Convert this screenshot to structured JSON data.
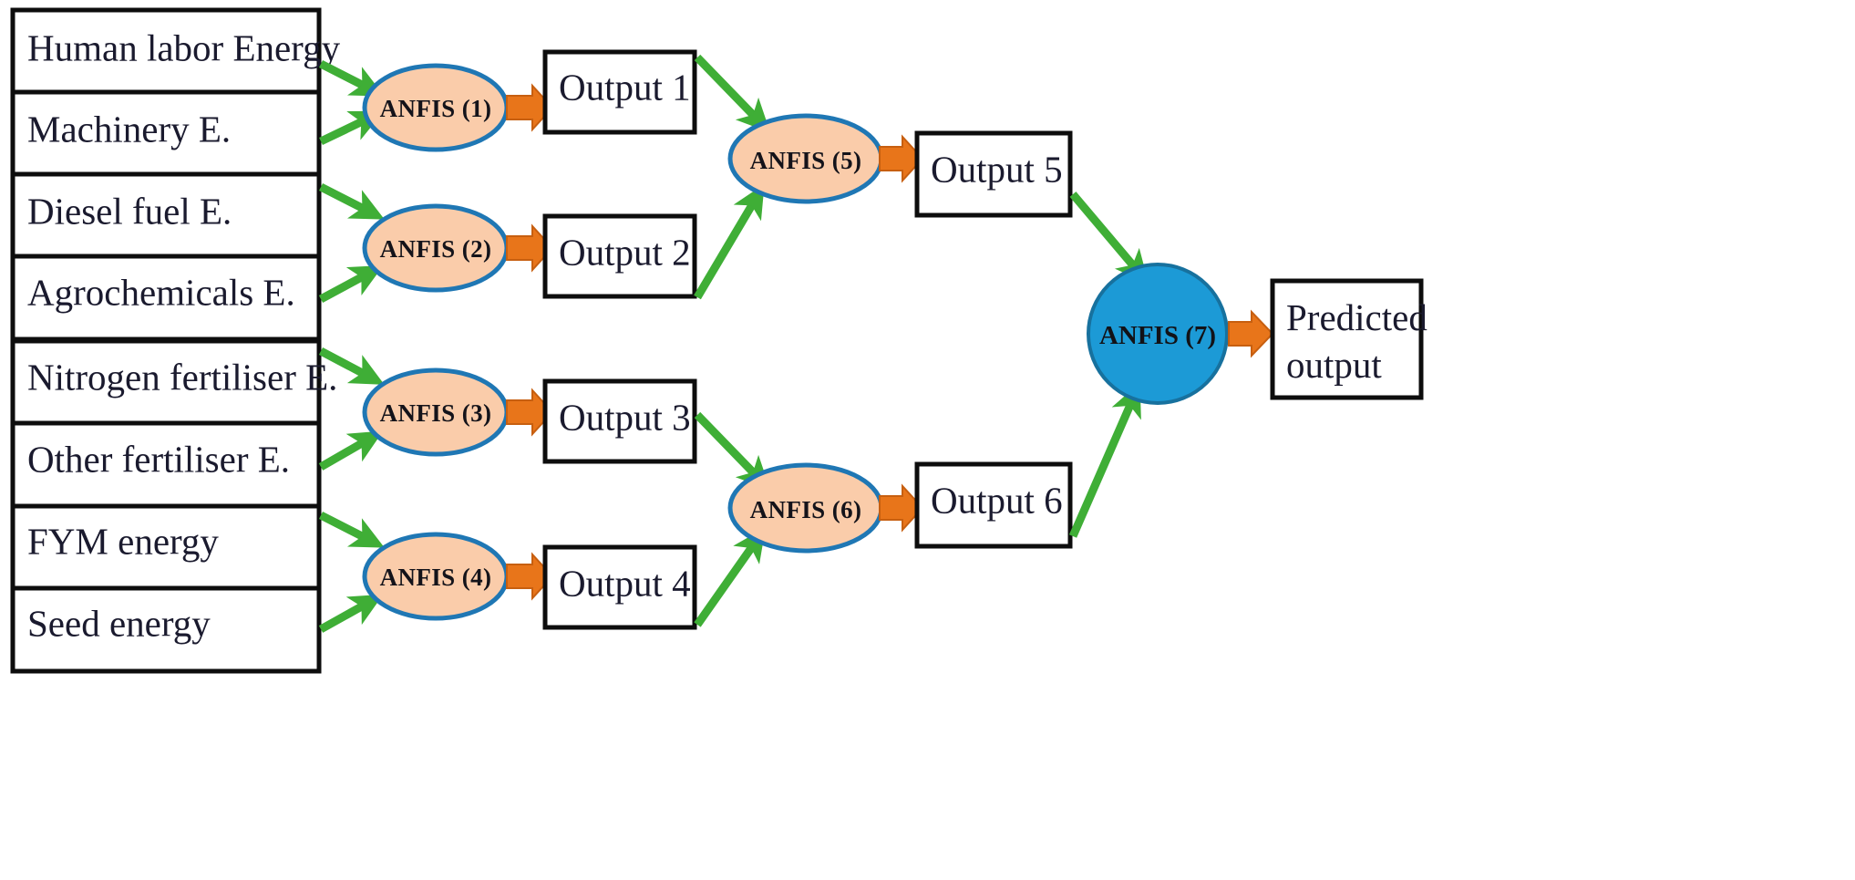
{
  "diagram": {
    "title": "ANFIS hierarchical network structure for energy output prediction",
    "colors": {
      "box_border": "#0d0d0d",
      "box_fill": "#ffffff",
      "anfis_fill": "#FACCAA",
      "anfis_stroke": "#1F77B4",
      "anfis7_fill": "#1C9AD6",
      "green_arrow": "#3FAE36",
      "orange_arrow": "#E8751A",
      "text": "#1a1a2e"
    },
    "inputs": [
      {
        "label": "Human labor Energy"
      },
      {
        "label": "Machinery E."
      },
      {
        "label": "Diesel fuel E."
      },
      {
        "label": "Agrochemicals E."
      },
      {
        "label": "Nitrogen fertiliser E."
      },
      {
        "label": "Other fertiliser E."
      },
      {
        "label": "FYM energy"
      },
      {
        "label": "Seed energy"
      }
    ],
    "anfis_nodes": [
      {
        "label": "ANFIS (1)"
      },
      {
        "label": "ANFIS (2)"
      },
      {
        "label": "ANFIS (3)"
      },
      {
        "label": "ANFIS (4)"
      },
      {
        "label": "ANFIS (5)"
      },
      {
        "label": "ANFIS (6)"
      },
      {
        "label": "ANFIS (7)"
      }
    ],
    "outputs": [
      {
        "label": "Output 1"
      },
      {
        "label": "Output 2"
      },
      {
        "label": "Output 3"
      },
      {
        "label": "Output 4"
      },
      {
        "label": "Output 5"
      },
      {
        "label": "Output 6"
      }
    ],
    "final_output": {
      "line1": "Predicted",
      "line2": "output"
    }
  }
}
